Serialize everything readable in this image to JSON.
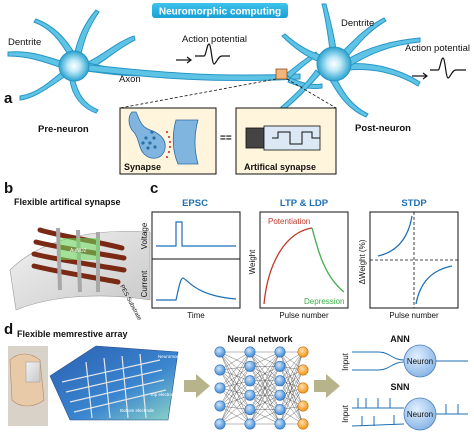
{
  "panel_a": {
    "letter": "a",
    "banner": "Neuromorphic computing",
    "labels": {
      "dendrite_left": "Dentrite",
      "dendrite_right": "Dentrite",
      "axon": "Axon",
      "ap_middle": "Action potential",
      "ap_right": "Action potential",
      "pre_neuron": "Pre-neuron",
      "post_neuron": "Post-neuron",
      "synapse": "Synapse",
      "artificial_synapse": "Artifical synapse",
      "equals": "=="
    }
  },
  "panel_b": {
    "letter": "b",
    "title": "Flexible artifical synapse",
    "substrate_label": "PES Substrate",
    "device_label": "AuNO2"
  },
  "panel_c": {
    "letter": "c",
    "plots": [
      {
        "title": "EPSC",
        "ylabel_top": "Voltage",
        "ylabel_bottom": "Current",
        "xlabel": "Time"
      },
      {
        "title": "LTP & LDP",
        "ylabel": "Weight",
        "xlabel": "Pulse number",
        "potentiation": "Potentiation",
        "depression": "Depression"
      },
      {
        "title": "STDP",
        "ylabel": "ΔWeight (%)",
        "xlabel": "Pulse number"
      }
    ],
    "colors": {
      "title": "#1e6fb3",
      "potentiation": "#c0392b",
      "depression": "#3fae49",
      "curve": "#1e6fb3"
    }
  },
  "panel_d": {
    "letter": "d",
    "title": "Flexible memrestive array",
    "photo_labels": [
      "Neuromorphic layers",
      "Top electrode",
      "Bottom electrode"
    ],
    "network_title": "Neural network",
    "ann_title": "ANN",
    "snn_title": "SNN",
    "input_label": "Input",
    "neuron_label": "Neuron"
  }
}
